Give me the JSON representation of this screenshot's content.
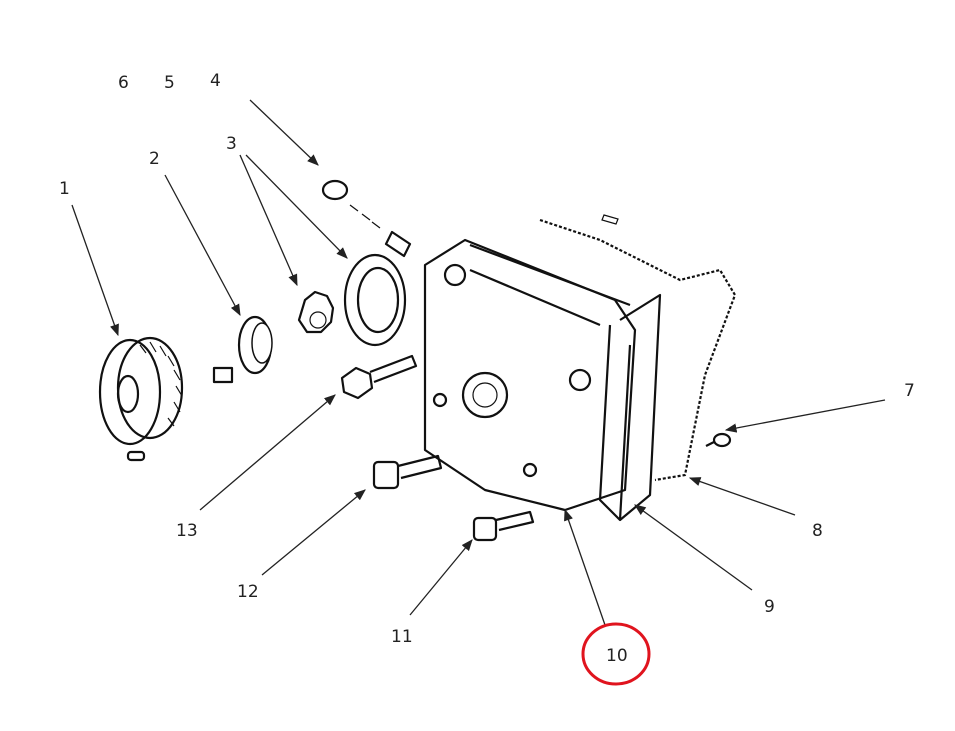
{
  "labels": {
    "p1": "1",
    "p2": "2",
    "p3": "3",
    "p4": "4",
    "p5": "5",
    "p6": "6",
    "p7": "7",
    "p8": "8",
    "p9": "9",
    "p10": "10",
    "p11": "11",
    "p12": "12",
    "p13": "13"
  },
  "highlight": {
    "part": "10",
    "color": "#e0141e"
  }
}
